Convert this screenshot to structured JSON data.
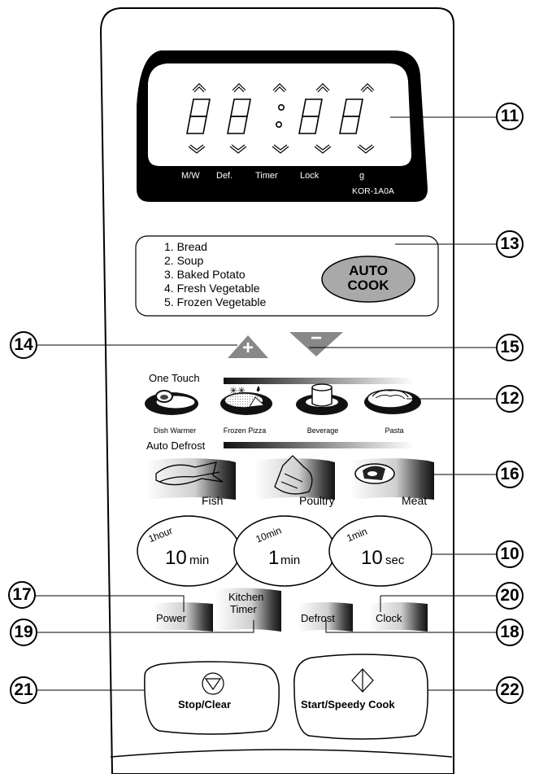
{
  "display": {
    "digits": "88:88",
    "indicators": [
      "M/W",
      "Def.",
      "Timer",
      "Lock",
      "g"
    ],
    "model": "KOR-1A0A"
  },
  "auto_cook": {
    "menu": [
      "1. Bread",
      "2. Soup",
      "3. Baked Potato",
      "4. Fresh Vegetable",
      "5. Frozen Vegetable"
    ],
    "button_line1": "AUTO",
    "button_line2": "COOK"
  },
  "plus_symbol": "+",
  "minus_symbol": "−",
  "one_touch": {
    "title": "One Touch",
    "items": [
      "Dish Warmer",
      "Frozen Pizza",
      "Beverage",
      "Pasta"
    ],
    "icons": [
      "dish-warmer-icon",
      "frozen-pizza-icon",
      "beverage-icon",
      "pasta-icon"
    ]
  },
  "auto_defrost": {
    "title": "Auto Defrost",
    "items": [
      "Fish",
      "Poultry",
      "Meat"
    ],
    "icons": [
      "fish-icon",
      "poultry-icon",
      "meat-icon"
    ]
  },
  "time_buttons": [
    {
      "small": "1hour",
      "big": "10",
      "unit": "min"
    },
    {
      "small": "10min",
      "big": "1",
      "unit": "min"
    },
    {
      "small": "1min",
      "big": "10",
      "unit": "sec"
    }
  ],
  "function_buttons": {
    "power": "Power",
    "kitchen_timer_line1": "Kitchen",
    "kitchen_timer_line2": "Timer",
    "defrost": "Defrost",
    "clock": "Clock"
  },
  "stop_clear": "Stop/Clear",
  "start_speedy_cook": "Start/Speedy Cook",
  "callouts": [
    "11",
    "13",
    "14",
    "15",
    "12",
    "16",
    "10",
    "17",
    "20",
    "19",
    "18",
    "21",
    "22"
  ],
  "colors": {
    "display": "#000000",
    "button_gray": "#a0a0a0",
    "panel": "#ffffff"
  }
}
